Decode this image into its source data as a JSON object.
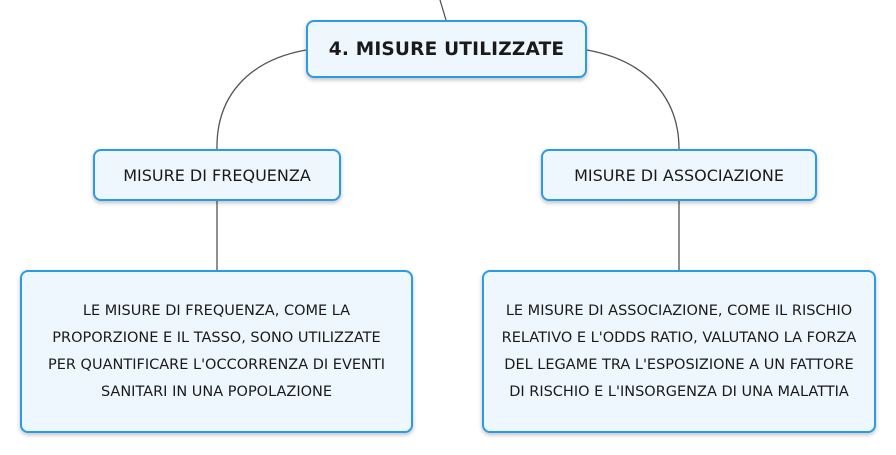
{
  "mindmap": {
    "root": {
      "label": "4. MISURE UTILIZZATE"
    },
    "branches": [
      {
        "label": "MISURE DI FREQUENZA",
        "description": "LE MISURE DI FREQUENZA, COME LA PROPORZIONE E IL TASSO, SONO UTILIZZATE PER QUANTIFICARE L'OCCORRENZA DI EVENTI SANITARI IN UNA POPOLAZIONE"
      },
      {
        "label": "MISURE DI ASSOCIAZIONE",
        "description": "LE MISURE DI ASSOCIAZIONE, COME IL RISCHIO RELATIVO E L'ODDS RATIO, VALUTANO LA FORZA DEL LEGAME TRA L'ESPOSIZIONE A UN FATTORE DI RISCHIO E L'INSORGENZA DI UNA MALATTIA"
      }
    ]
  },
  "colors": {
    "node_border": "#2b9be3",
    "node_fill": "#eef7fd",
    "connector": "#555555",
    "text": "#1a1a1a"
  }
}
